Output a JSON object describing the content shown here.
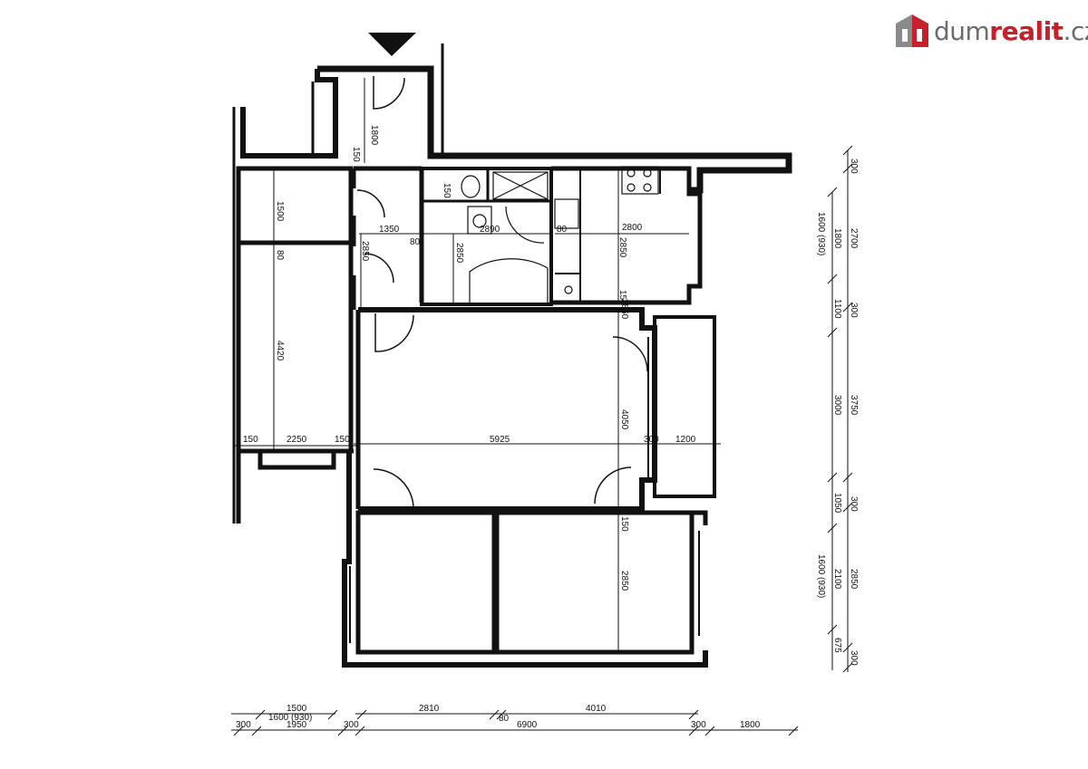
{
  "logo": {
    "part1": "dum",
    "part2": "realit",
    "part3": ".cz",
    "color_red": "#c8202b",
    "color_gray": "#6b6b6b"
  },
  "dims": {
    "d1800": "1800",
    "d150a": "150",
    "d1500a": "1500",
    "d150b": "150",
    "d1350": "1350",
    "d80a": "80",
    "d2850a": "2850",
    "d2850b": "2850",
    "d80b": "80",
    "d2800": "2800",
    "d2850c": "2850",
    "d2850v": "2850",
    "d2890": "2890",
    "d150c": "150",
    "d4420": "4420",
    "d4050": "4050",
    "d150d": "150",
    "d2250": "2250",
    "d150e": "150",
    "d5925": "5925",
    "d300a": "300",
    "d1200": "1200",
    "d150f": "150",
    "d2850d": "2850",
    "d80c": "80",
    "r300a": "300",
    "r1600a": "1600 (930)",
    "r1800": "1800",
    "r2700": "2700",
    "r1100": "1100",
    "r300b": "300",
    "r3000": "3000",
    "r3750": "3750",
    "r1050": "1050",
    "r300c": "300",
    "r1600b": "1600 (930)",
    "r2100": "2100",
    "r2850": "2850",
    "r675": "675",
    "r300d": "300",
    "b1500": "1500",
    "b1600": "1600 (930)",
    "b300a": "300",
    "b1950": "1950",
    "b300b": "300",
    "b2810": "2810",
    "b80": "80",
    "b4010": "4010",
    "b6900": "6900",
    "b300c": "300",
    "b1800": "1800"
  }
}
